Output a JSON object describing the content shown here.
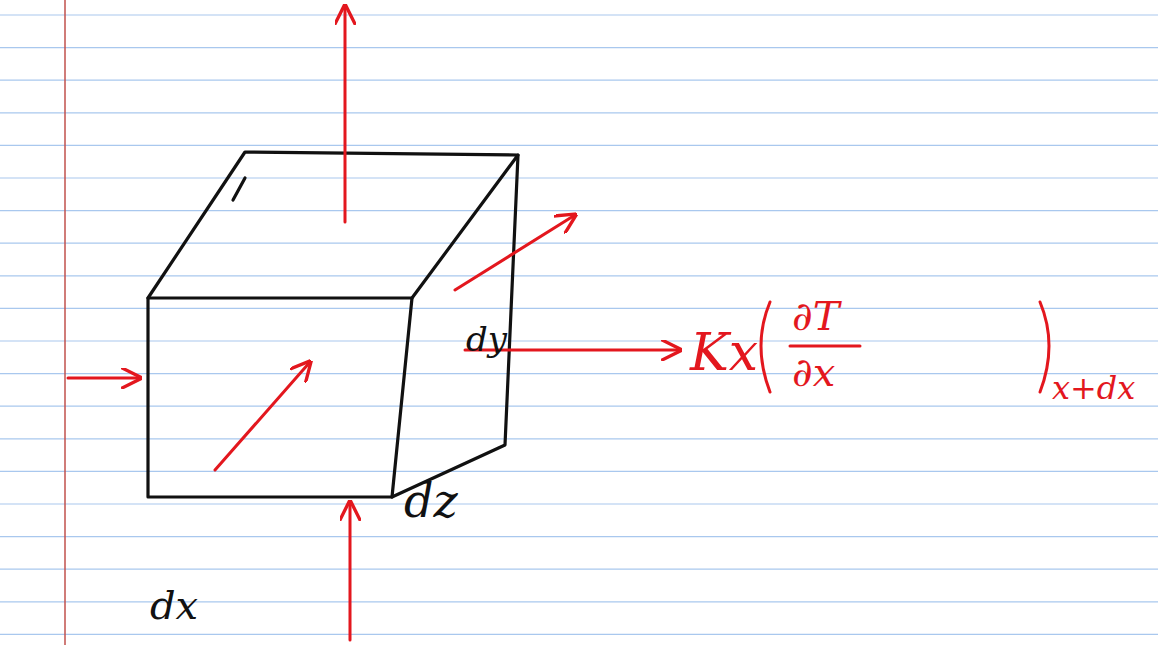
{
  "diagram": {
    "labels": [
      "dy",
      "dz",
      "dx",
      "Kx",
      "∂T",
      "∂x",
      "x+dx"
    ]
  }
}
